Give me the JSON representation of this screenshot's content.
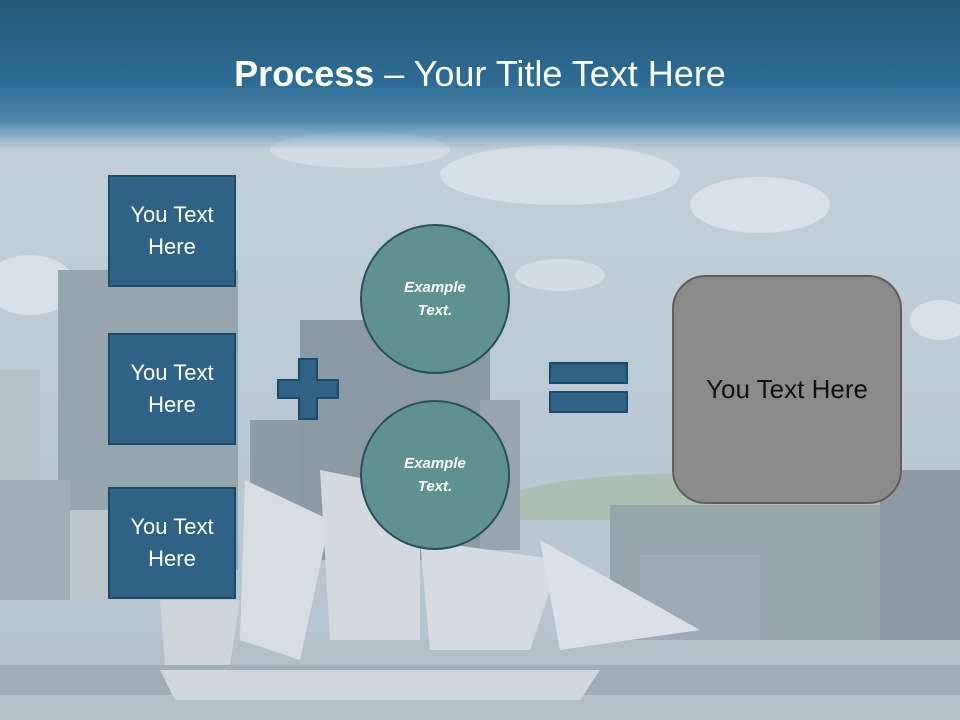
{
  "slide": {
    "title_bold": "Process",
    "title_rest": " – Your Title Text Here",
    "boxes": [
      "You Text Here",
      "You Text Here",
      "You Text Here"
    ],
    "circles": [
      "Example Text.",
      "Example Text."
    ],
    "result": "You Text Here"
  },
  "colors": {
    "title_bar": "#2c6c94",
    "box_fill": "#2e6387",
    "circle_fill": "#5f9191",
    "result_fill": "#8b8b8b"
  },
  "icons": [
    "plus-icon",
    "equals-icon"
  ]
}
